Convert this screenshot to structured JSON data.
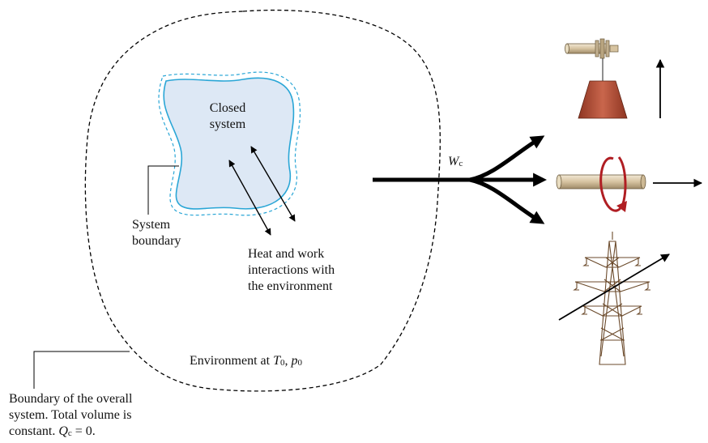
{
  "closed_system": {
    "line1": "Closed",
    "line2": "system"
  },
  "system_boundary": {
    "line1": "System",
    "line2": "boundary"
  },
  "interactions": {
    "line1": "Heat and work",
    "line2": "interactions with",
    "line3": "the environment"
  },
  "environment": {
    "prefix": "Environment at ",
    "T_symbol": "T",
    "T_sub": "0",
    "sep": ", ",
    "p_symbol": "p",
    "p_sub": "0"
  },
  "work": {
    "symbol": "W",
    "sub": "c"
  },
  "overall_boundary": {
    "line1": "Boundary of the overall",
    "line2": "system. Total volume is",
    "line3_prefix": "constant. ",
    "Q_symbol": "Q",
    "Q_sub": "c",
    "line3_suffix": " = 0."
  },
  "colors": {
    "system_fill": "#dde8f5",
    "system_boundary": "#2aa6d6",
    "weight": "#b04a35",
    "shaft": "#d8c8a8",
    "rotation_arrow": "#b01e23",
    "line": "#000000"
  }
}
